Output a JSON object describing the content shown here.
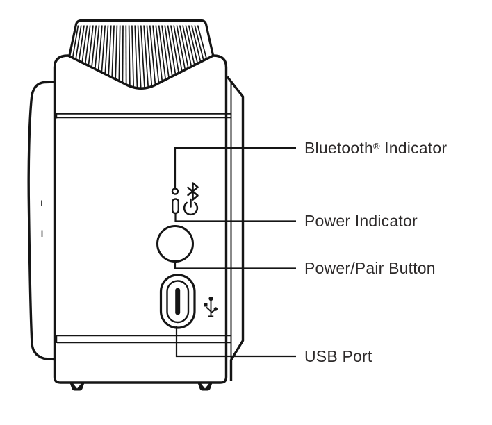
{
  "diagram": {
    "title": "Device side panel callout diagram",
    "background_color": "#ffffff",
    "line_color": "#151515",
    "text_color": "#2d2a2a"
  },
  "labels": {
    "bluetooth": {
      "base": "Bluetooth",
      "sup": "®",
      "rest": " Indicator"
    },
    "power_indicator": {
      "text": "Power Indicator"
    },
    "power_pair_button": {
      "text": "Power/Pair Button"
    },
    "usb_port": {
      "text": "USB Port"
    }
  },
  "icons": {
    "bluetooth": "bluetooth-icon",
    "power": "power-icon",
    "usb": "usb-trident-icon"
  }
}
